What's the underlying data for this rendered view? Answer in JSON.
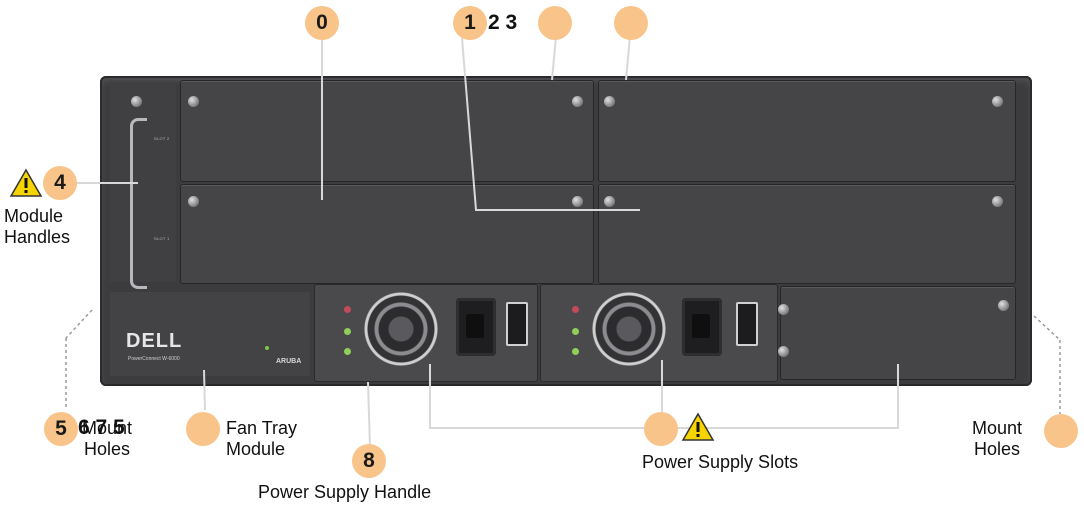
{
  "callouts": {
    "c0": "0",
    "c1": "1",
    "c4": "4",
    "c5": "5",
    "c8": "8",
    "top_digits": "2 3",
    "bottom_digits": "6 7 5"
  },
  "labels": {
    "module_handles_line1": "Module",
    "module_handles_line2": "Handles",
    "mount_holes_left_line1": "Mount",
    "mount_holes_left_line2": "Holes",
    "fan_tray_line1": "Fan Tray",
    "fan_tray_line2": "Module",
    "power_supply_handle": "Power Supply Handle",
    "power_supply_slots": "Power Supply Slots",
    "mount_holes_right_line1": "Mount",
    "mount_holes_right_line2": "Holes"
  },
  "device": {
    "brand": "DELL",
    "model": "PowerConnect W-6000",
    "partner": "ARUBA",
    "slot_label_top": "SLOT 2",
    "slot_label_bottom": "SLOT 1"
  },
  "colors": {
    "callout": "#f8c48a",
    "warning": "#f5d400",
    "chassis": "#3c3c3e"
  },
  "icons": [
    "warning-icon"
  ]
}
